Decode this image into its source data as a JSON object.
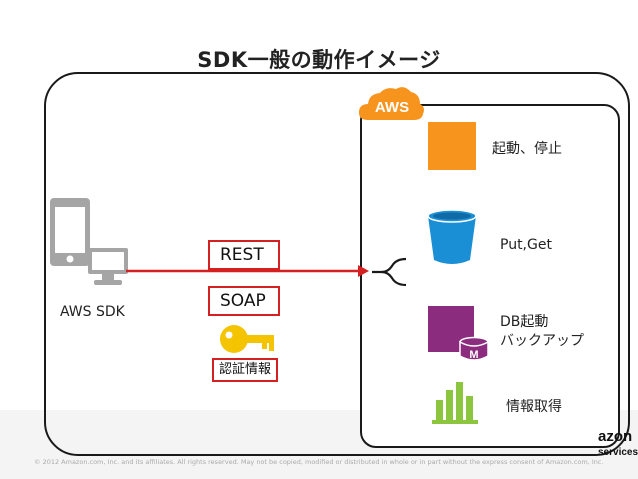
{
  "title": "SDK一般の動作イメージ",
  "aws_badge": "AWS",
  "client": {
    "label": "AWS SDK"
  },
  "protocols": {
    "rest": "REST",
    "soap": "SOAP"
  },
  "auth": {
    "label": "認証情報"
  },
  "services": [
    {
      "icon": "ec2-square-icon",
      "label": "起動、停止"
    },
    {
      "icon": "s3-bucket-icon",
      "label": "Put,Get"
    },
    {
      "icon": "rds-database-icon",
      "label_line1": "DB起動",
      "label_line2": "バックアップ",
      "badge": "M"
    },
    {
      "icon": "cloudwatch-bar-chart-icon",
      "label": "情報取得"
    }
  ],
  "footer": "© 2012 Amazon.com, Inc. and its affiliates.  All rights reserved.  May not be copied, modified or distributed in whole or in part without the express consent of Amazon.com, Inc.",
  "logo": {
    "line1": "azon",
    "line2": "services"
  },
  "colors": {
    "arrow": "#d42020",
    "aws_orange": "#f7941d",
    "s3_blue": "#1b8fd6",
    "rds_purple": "#8b2c7e",
    "cloudwatch_green": "#8cc63f",
    "device_gray": "#a5a5a5",
    "key_yellow": "#f5c400"
  }
}
